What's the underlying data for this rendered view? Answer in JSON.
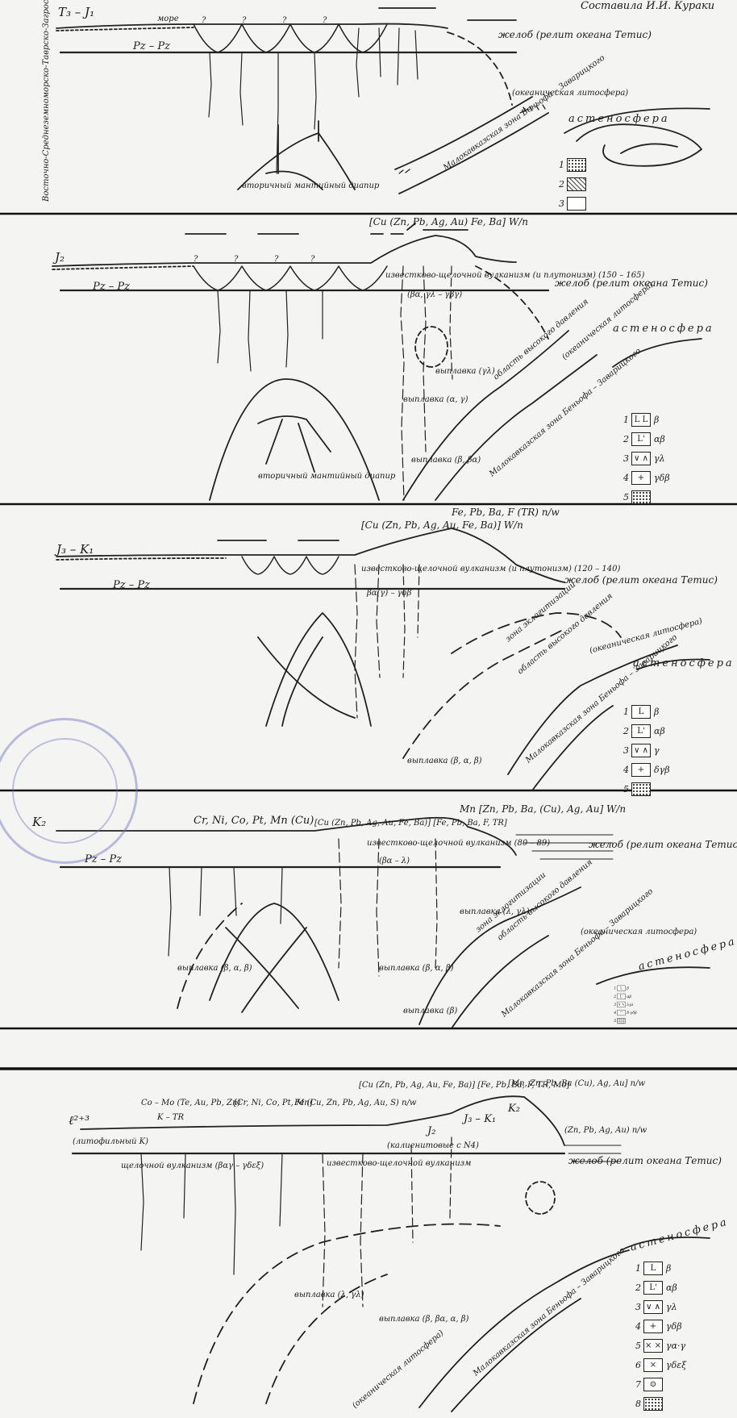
{
  "header": {
    "author": "Составила И.И. Кураки"
  },
  "panels": [
    {
      "age": "T₃ – J₁",
      "sea": "море",
      "basement": "Pz – Pz",
      "q": [
        "?",
        "?",
        "?",
        "?"
      ],
      "trench": "желоб (релит океана Тетис)",
      "ocean_litho": "(океаническая литосфера)",
      "subduction": "Малокавказская зона Беньофа – Заварицкого",
      "asthenosphere": "астеносфера",
      "diapir": "вторичный мантийный диапир",
      "zone_label": "Восточно-Среднеземноморско-Таврско-Загросская рифтовая зона",
      "legend": [
        {
          "n": "1",
          "sym": "",
          "style": "dots",
          "txt": ""
        },
        {
          "n": "2",
          "sym": "",
          "style": "hatch",
          "txt": ""
        },
        {
          "n": "3",
          "sym": "",
          "style": "plain",
          "txt": ""
        }
      ]
    },
    {
      "age": "J₂",
      "basement": "Pz – Pz",
      "q": [
        "?",
        "?",
        "?",
        "?"
      ],
      "metals": "[Cu (Zn, Pb, Ag, Au) Fe, Ba] W/n",
      "volcanism": "известково-щелочной вулканизм (и плутонизм) (150 – 165)",
      "volcanism_sub": "(βα, γλ – γβγ)",
      "trench": "желоб (релит океана Тетис)",
      "ocean_litho": "(океаническая литосфера)",
      "subduction": "Малокавказская зона Беньофа – Заварицкого",
      "asthenosphere": "астеносфера",
      "high_pressure": "область высокого давления",
      "melt1": "выплавка (γλ)",
      "melt2": "выплавка (α, γ)",
      "melt3": "выплавка (β, βα)",
      "diapir": "вторичный мантийный диапир",
      "legend": [
        {
          "n": "1",
          "sym": "L L",
          "style": "plain",
          "txt": "β"
        },
        {
          "n": "2",
          "sym": "L'",
          "style": "plain",
          "txt": "αβ"
        },
        {
          "n": "3",
          "sym": "∨ ∧",
          "style": "plain",
          "txt": "γλ"
        },
        {
          "n": "4",
          "sym": "+",
          "style": "plain",
          "txt": "γδβ"
        },
        {
          "n": "5",
          "sym": "",
          "style": "dots",
          "txt": ""
        }
      ]
    },
    {
      "age": "J₃ – K₁",
      "basement": "Pz – Pz",
      "metals": "[Cu (Zn, Pb, Ag, Au, Fe, Ba)] W/n",
      "metals2": "Fe, Pb, Ba, F (TR) n/w",
      "volcanism": "известково-щелочной вулканизм (и плутонизм) (120 – 140)",
      "volcanism_sub": "βα(γ) – γδβ",
      "trench": "желоб (релит океана Тетис)",
      "eclogite": "зона эклогитизации",
      "high_pressure": "область высокого давления",
      "ocean_litho": "(океаническая литосфера)",
      "subduction": "Малокавказская зона Беньофа – Заварицкого",
      "asthenosphere": "астеносфера",
      "melt": "выплавка (β, α, β)",
      "legend": [
        {
          "n": "1",
          "sym": "L",
          "style": "plain",
          "txt": "β"
        },
        {
          "n": "2",
          "sym": "L'",
          "style": "plain",
          "txt": "αβ"
        },
        {
          "n": "3",
          "sym": "∨ ∧",
          "style": "plain",
          "txt": "γ"
        },
        {
          "n": "4",
          "sym": "+",
          "style": "plain",
          "txt": "δγβ"
        },
        {
          "n": "5",
          "sym": "",
          "style": "dots",
          "txt": ""
        }
      ]
    },
    {
      "age": "K₂",
      "basement": "Pz – Pz",
      "metals_left": "Cr, Ni, Co, Pt, Mn (Cu)",
      "metals_mid": "[Cu (Zn, Pb, Ag, Au, Fe, Ba)] [Fe, Pb, Ba, F, TR]",
      "metals_right": "Mn [Zn, Pb, Ba, (Cu), Ag, Au] W/n",
      "volcanism": "известково-щелочной вулканизм (80 – 89)",
      "volcanism_sub": "(βα – λ)",
      "trench": "желоб (релит океана Тетис)",
      "eclogite": "зона эклогитизации",
      "high_pressure": "область высокого давления",
      "ocean_litho": "(океаническая литосфера)",
      "subduction": "Малокавказская зона Беньофа – Заварицкого",
      "asthenosphere": "астеносфера",
      "melt1": "выплавка (β, α, β)",
      "melt2": "выплавка (β, α, β)",
      "melt3": "выплавка (λ, γλ)",
      "melt4": "выплавка (β)",
      "legend": [
        {
          "n": "1",
          "sym": "L",
          "style": "plain",
          "txt": "β"
        },
        {
          "n": "2",
          "sym": "L'",
          "style": "plain",
          "txt": "αβ"
        },
        {
          "n": "3",
          "sym": "∨ ∧",
          "style": "plain",
          "txt": "λγλ"
        },
        {
          "n": "4",
          "sym": "◠",
          "style": "plain",
          "txt": "δ·γδβ"
        },
        {
          "n": "5",
          "sym": "",
          "style": "dots",
          "txt": ""
        }
      ]
    },
    {
      "age": "ℓ²⁺³",
      "top_labels": [
        "Co – Mo (Te, Au, Pb, Zn)",
        "K – TR",
        "[Cr, Ni, Co, Pt, Mn]",
        "Fe (Cu, Zn, Pb, Ag, Au, S) n/w",
        "[Cu (Zn, Pb, Ag, Au, Fe, Ba)] [Fe, Pb, Ba, F, TR, Mo]",
        "[Mn, Zn, Pb, Ba (Cu), Ag, Au] n/w",
        "(Zn, Pb, Ag, Au) n/w"
      ],
      "ages": [
        "J₂",
        "J₃ – K₁",
        "K₂"
      ],
      "litho": "(литофильный K)",
      "alkaline": "щелочной вулканизм (βαγ – γδεξ)",
      "calc_alk": "известково-щелочной вулканизм",
      "calc_alk_sub": "(калиенитовые с N4)",
      "trench": "желоб (релит океана Тетис)",
      "subduction": "Малокавказская зона Беньофа – Заварицкого",
      "asthenosphere": "астеносфера",
      "ocean_litho": "(океаническая литосфера)",
      "melt1": "выплавка (λ, γλ)",
      "melt2": "выплавка (β, βα, α, β)",
      "legend": [
        {
          "n": "1",
          "sym": "L",
          "style": "plain",
          "txt": "β"
        },
        {
          "n": "2",
          "sym": "L'",
          "style": "plain",
          "txt": "αβ"
        },
        {
          "n": "3",
          "sym": "∨ ∧",
          "style": "plain",
          "txt": "γλ"
        },
        {
          "n": "4",
          "sym": "+",
          "style": "plain",
          "txt": "γδβ"
        },
        {
          "n": "5",
          "sym": "× ×",
          "style": "plain",
          "txt": "γα·γ"
        },
        {
          "n": "6",
          "sym": "×",
          "style": "plain",
          "txt": "γδεξ"
        },
        {
          "n": "7",
          "sym": "⊙",
          "style": "plain",
          "txt": ""
        },
        {
          "n": "8",
          "sym": "",
          "style": "dots",
          "txt": ""
        }
      ]
    }
  ]
}
